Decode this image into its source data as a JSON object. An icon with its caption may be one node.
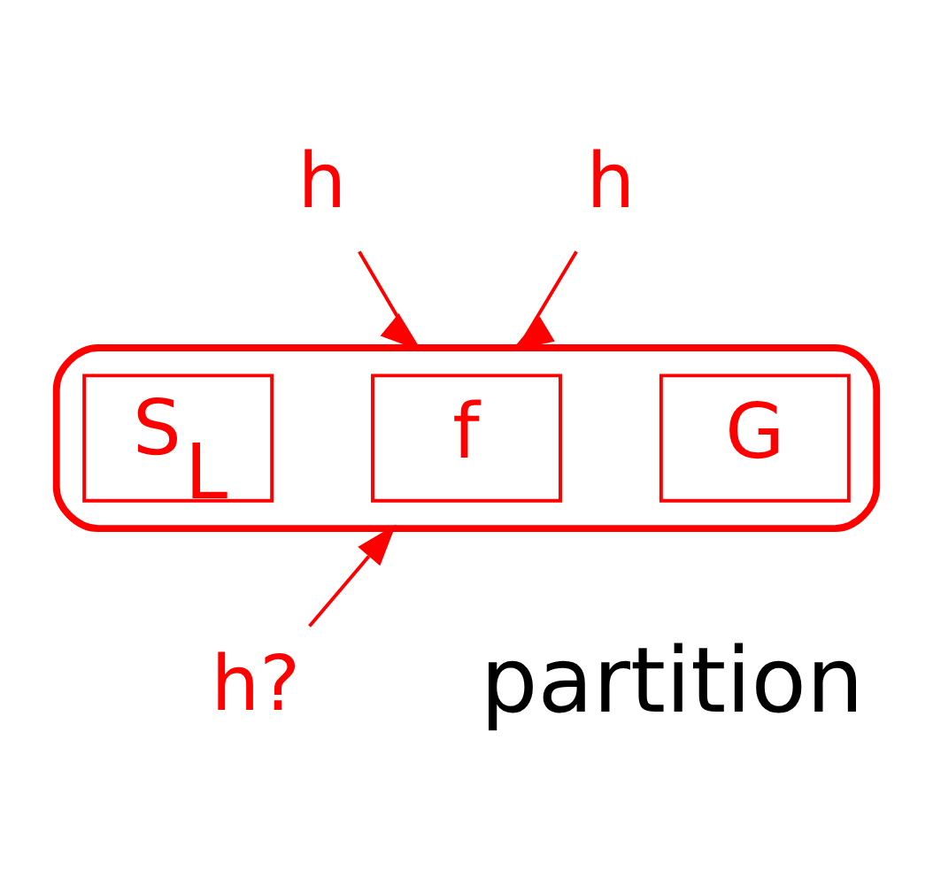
{
  "diagram": {
    "nodes": [
      {
        "text": [
          "h"
        ]
      },
      {
        "text": [],
        "shape": "box"
      },
      {
        "text": [
          "S$_{L}$"
        ],
        "in": 1
      },
      {
        "text": [
          "f"
        ],
        "in": 1
      },
      {
        "text": [
          "G"
        ],
        "in": 1
      },
      {
        "text": [
          "h"
        ]
      },
      {
        "text": [
          "h?"
        ]
      }
    ],
    "edges": [
      {
        "from": 0,
        "to": 1,
        "arrow": "to"
      },
      {
        "from": 5,
        "to": 1,
        "arrow": "to"
      },
      {
        "from": 6,
        "to": 1,
        "arrow": "to"
      }
    ],
    "labels": [
      "partition"
    ]
  }
}
